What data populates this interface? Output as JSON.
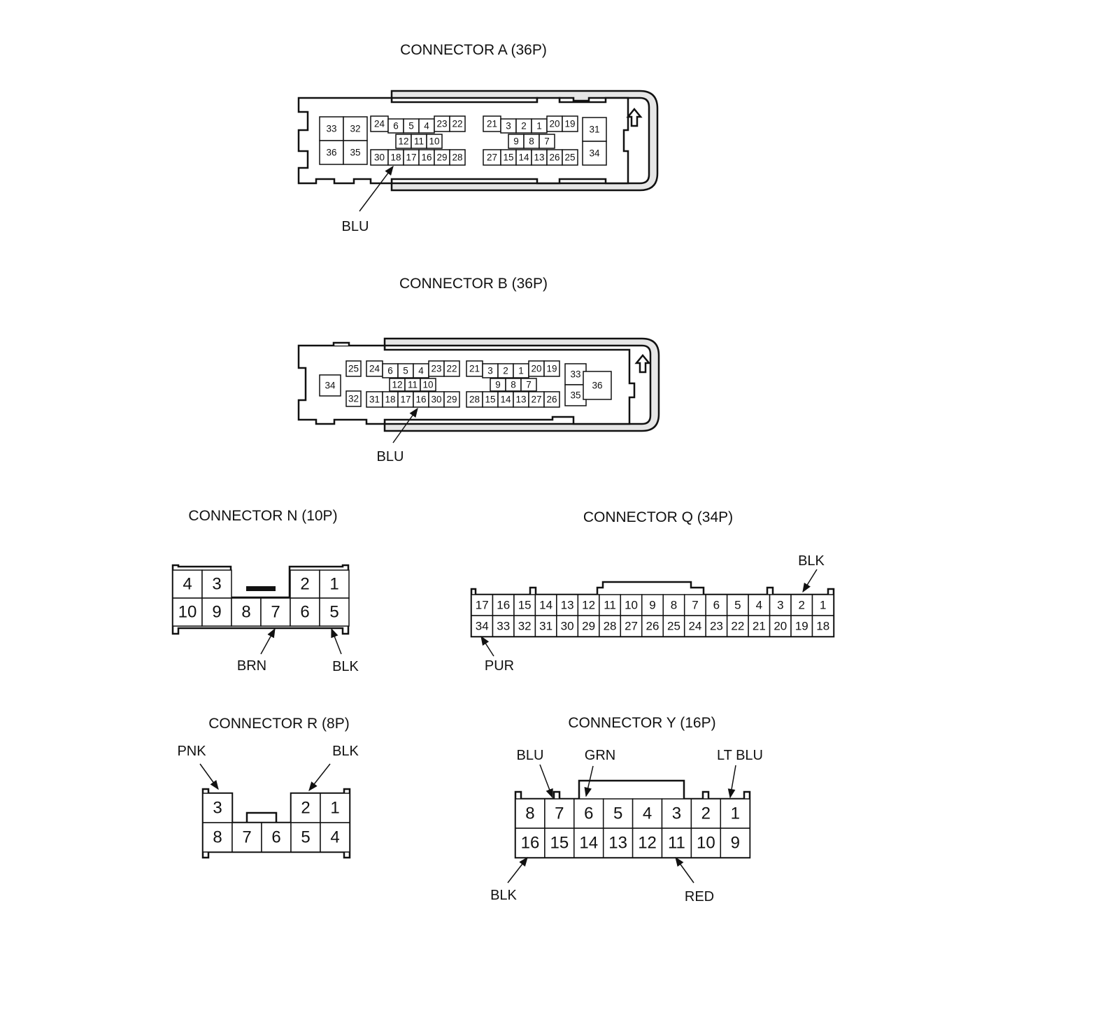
{
  "connectors": {
    "a": {
      "title": "CONNECTOR A (36P)",
      "wire": "BLU",
      "pins": [
        "33",
        "32",
        "36",
        "35",
        "24",
        "6",
        "5",
        "4",
        "23",
        "22",
        "12",
        "11",
        "10",
        "30",
        "18",
        "17",
        "16",
        "29",
        "28",
        "21",
        "3",
        "2",
        "1",
        "20",
        "19",
        "9",
        "8",
        "7",
        "27",
        "15",
        "14",
        "13",
        "26",
        "25",
        "31",
        "34"
      ]
    },
    "b": {
      "title": "CONNECTOR B (36P)",
      "wire": "BLU",
      "pins": [
        "34",
        "25",
        "32",
        "24",
        "6",
        "5",
        "4",
        "23",
        "22",
        "12",
        "11",
        "10",
        "31",
        "18",
        "17",
        "16",
        "30",
        "29",
        "21",
        "3",
        "2",
        "1",
        "20",
        "19",
        "9",
        "8",
        "7",
        "28",
        "15",
        "14",
        "13",
        "27",
        "26",
        "33",
        "35",
        "36"
      ]
    },
    "n": {
      "title": "CONNECTOR N (10P)",
      "wires": [
        "BRN",
        "BLK"
      ],
      "top_pins": [
        "4",
        "3",
        "2",
        "1"
      ],
      "bottom_pins": [
        "10",
        "9",
        "8",
        "7",
        "6",
        "5"
      ]
    },
    "q": {
      "title": "CONNECTOR Q (34P)",
      "wires": [
        "BLK",
        "PUR"
      ],
      "top_pins": [
        "17",
        "16",
        "15",
        "14",
        "13",
        "12",
        "11",
        "10",
        "9",
        "8",
        "7",
        "6",
        "5",
        "4",
        "3",
        "2",
        "1"
      ],
      "bottom_pins": [
        "34",
        "33",
        "32",
        "31",
        "30",
        "29",
        "28",
        "27",
        "26",
        "25",
        "24",
        "23",
        "22",
        "21",
        "20",
        "19",
        "18"
      ]
    },
    "r": {
      "title": "CONNECTOR R (8P)",
      "wires": [
        "PNK",
        "BLK"
      ],
      "top_pins": [
        "3",
        "2",
        "1"
      ],
      "bottom_pins": [
        "8",
        "7",
        "6",
        "5",
        "4"
      ]
    },
    "y": {
      "title": "CONNECTOR Y (16P)",
      "wires": [
        "BLU",
        "GRN",
        "LT BLU",
        "BLK",
        "RED"
      ],
      "top_pins": [
        "8",
        "7",
        "6",
        "5",
        "4",
        "3",
        "2",
        "1"
      ],
      "bottom_pins": [
        "16",
        "15",
        "14",
        "13",
        "12",
        "11",
        "10",
        "9"
      ]
    }
  }
}
